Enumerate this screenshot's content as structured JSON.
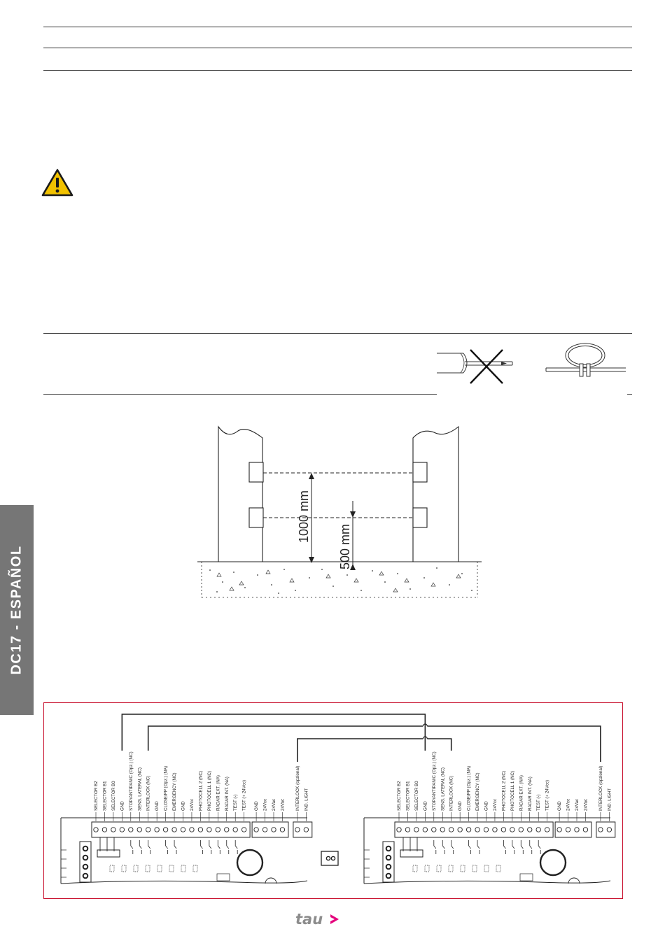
{
  "sidebar": {
    "label": "DC17  - ESPAÑOL"
  },
  "warning": {
    "icon": "warning-triangle-icon",
    "color": "#f2c200"
  },
  "cable_figures": {
    "wrong": "cable-crossed-out-icon",
    "right": "cable-loop-icon"
  },
  "loop_drawing": {
    "dim_1000": "1000 mm",
    "dim_500": "500 mm"
  },
  "wiring": {
    "border_color": "#c8102e",
    "board_left_labels": [
      "SELECTOR B2",
      "SELECTOR B1",
      "SELECTOR B0",
      "GND",
      "STOP/ANTIPANIC (Opz.) (NC)",
      "SENS. LATERAL (NC)",
      "INTERLOCK (NC)",
      "GND",
      "CLOSE/PP (Opz.) (NA)",
      "EMERGENCY (NC)",
      "GND",
      "24Vcc",
      "PHOTOCELL 2 (NC)",
      "PHOTOCELL 1 (NC)",
      "RADAR EXT. (NA)",
      "RADAR INT. (NA)",
      "TEST (-)",
      "TEST (+ 24Vcc)",
      "GND",
      "24Vcc",
      "24Vac",
      "24Vac",
      "INTERLOCK (opzional)",
      "IND. LIGHT"
    ],
    "board_right_labels": [
      "SELECTOR B2",
      "SELECTOR B1",
      "SELECTOR B0",
      "GND",
      "STOP/ANTIPANIC (Opz.) (NC)",
      "SENS. LATERAL (NC)",
      "INTERLOCK (NC)",
      "GND",
      "CLOSE/PP (Opz.) (NA)",
      "EMERGENCY (NC)",
      "GND",
      "24Vcc",
      "PHOTOCELL 2 (NC)",
      "PHOTOCELL 1 (NC)",
      "RADAR EXT. (NA)",
      "RADAR INT. (NA)",
      "TEST (-)",
      "TEST (+ 24Vcc)",
      "GND",
      "24Vcc",
      "24Vac",
      "24Vac",
      "INTERLOCK (opzional)",
      "IND. LIGHT"
    ]
  },
  "footer": {
    "brand": "tau",
    "brand_color": "#e4007c"
  }
}
